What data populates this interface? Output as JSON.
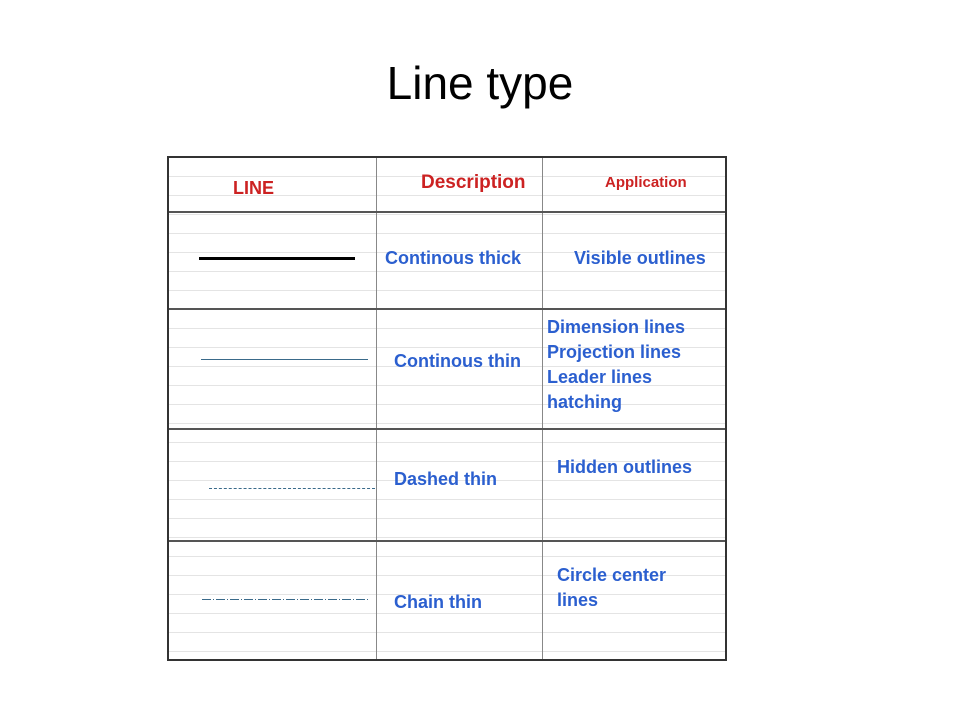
{
  "title": "Line type",
  "table": {
    "headers": {
      "line": "LINE",
      "description": "Description",
      "application": "Application"
    },
    "rows": [
      {
        "description": "Continous thick",
        "application": [
          "Visible outlines"
        ]
      },
      {
        "description": "Continous thin",
        "application": [
          "Dimension lines",
          "Projection lines",
          "Leader lines",
          "hatching"
        ]
      },
      {
        "description": "Dashed thin",
        "application": [
          "Hidden outlines"
        ]
      },
      {
        "description": "Chain thin",
        "application": [
          "Circle center",
          "lines"
        ]
      }
    ]
  }
}
